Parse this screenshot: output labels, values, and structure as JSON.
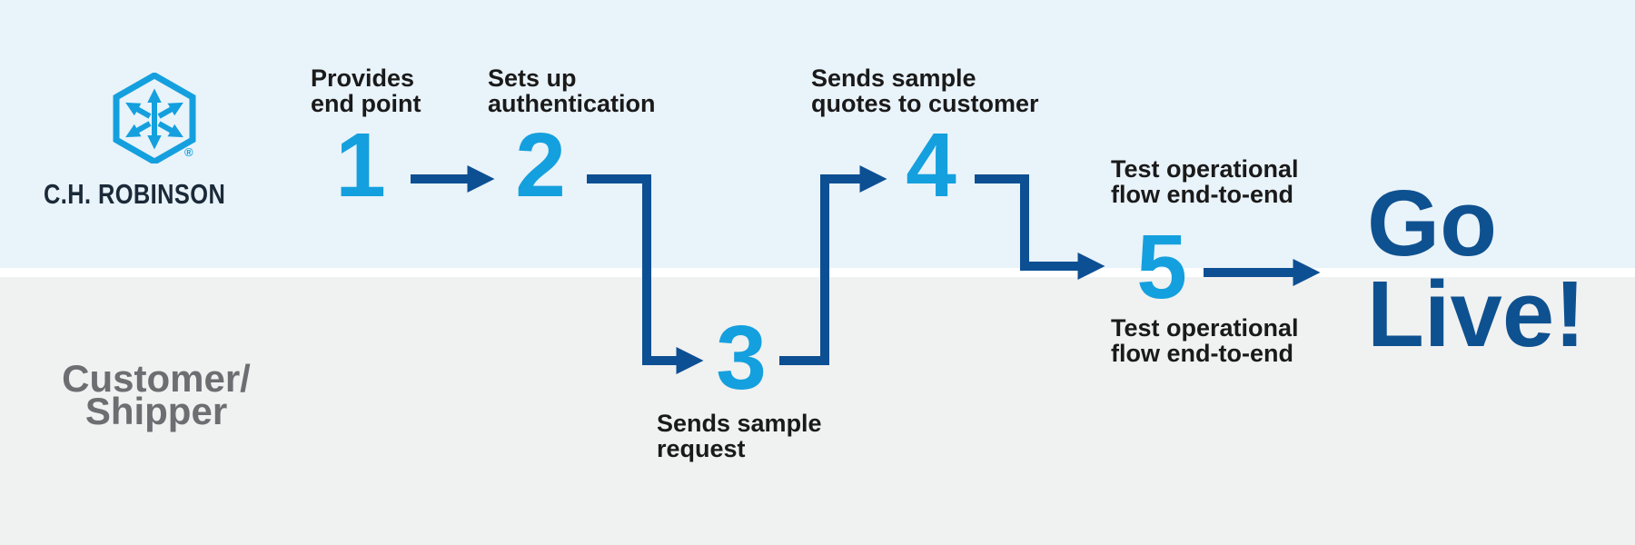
{
  "brand": {
    "name": "C.H. ROBINSON",
    "registered_mark": "®",
    "logo_icon": "hexagon-arrows-icon"
  },
  "lanes": {
    "top": {
      "actor": "C.H. Robinson",
      "bg": "#e9f3fa"
    },
    "bottom": {
      "actor_line1": "Customer/",
      "actor_line2": "Shipper",
      "bg": "#f0f1f1"
    }
  },
  "steps": [
    {
      "number": "1",
      "lane": "top",
      "label_line1": "Provides",
      "label_line2": "end point"
    },
    {
      "number": "2",
      "lane": "top",
      "label_line1": "Sets up",
      "label_line2": "authentication"
    },
    {
      "number": "3",
      "lane": "bottom",
      "label_line1": "Sends sample",
      "label_line2": "request"
    },
    {
      "number": "4",
      "lane": "top",
      "label_line1": "Sends sample",
      "label_line2": "quotes to customer"
    },
    {
      "number": "5",
      "lane": "both",
      "label_above_line1": "Test operational",
      "label_above_line2": "flow end-to-end",
      "label_below_line1": "Test operational",
      "label_below_line2": "flow end-to-end"
    }
  ],
  "final": {
    "line1": "Go",
    "line2": "Live!"
  },
  "colors": {
    "accent_light_blue": "#14a0de",
    "arrow_navy": "#0d4f93",
    "go_live_navy": "#0e5190",
    "label_text": "#1a1a1a",
    "lane_top_bg": "#e9f3fa",
    "lane_bottom_bg": "#f0f1f1",
    "actor_bottom_text": "#6d6e71",
    "brand_text": "#1b2a38"
  }
}
